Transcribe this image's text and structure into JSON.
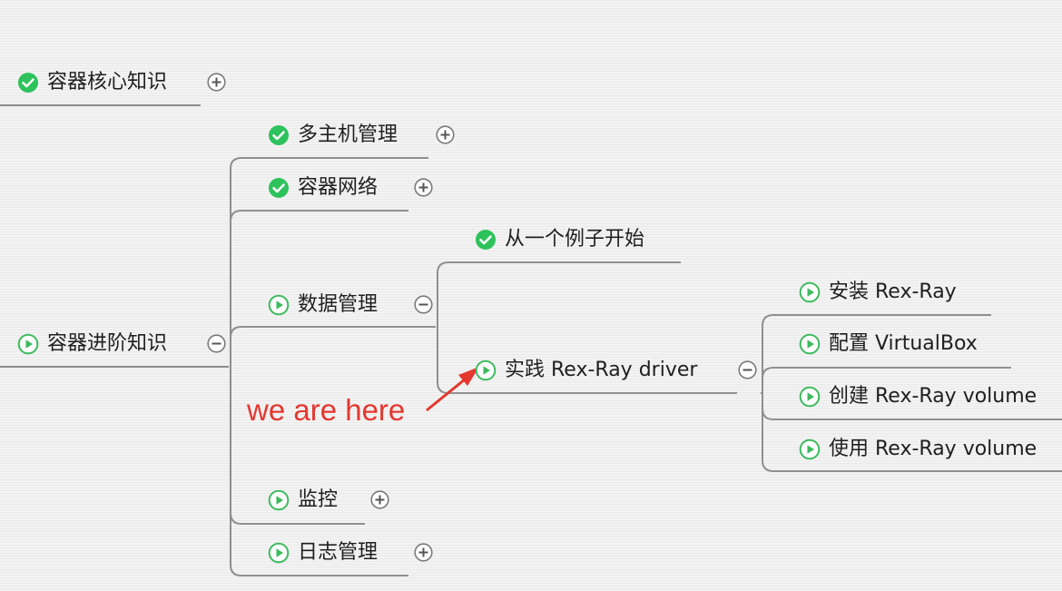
{
  "map": {
    "node_core": "容器核心知识",
    "node_advanced": "容器进阶知识",
    "node_multihost": "多主机管理",
    "node_network": "容器网络",
    "node_data": "数据管理",
    "node_example": "从一个例子开始",
    "node_rexray": "实践 Rex-Ray driver",
    "node_install": "安装 Rex-Ray",
    "node_config": "配置 VirtualBox",
    "node_create": "创建 Rex-Ray volume",
    "node_use": "使用 Rex-Ray volume",
    "node_monitor": "监控",
    "node_log": "日志管理"
  },
  "annotation": "we are here",
  "colors": {
    "done_green": "#2ec25c",
    "play_green": "#3dba5e",
    "line_gray": "#8f8f8f",
    "annotation_red": "#e3382f"
  },
  "icons": {
    "done": "check-circle-icon",
    "in_progress": "play-circle-icon",
    "expand": "plus-circle-icon",
    "collapse": "minus-circle-icon",
    "pointer": "red-arrow-icon"
  }
}
